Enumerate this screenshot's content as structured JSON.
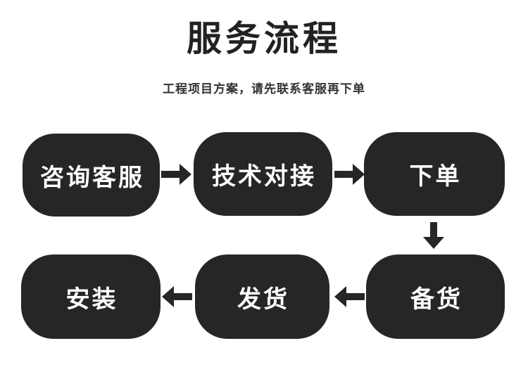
{
  "page": {
    "title": "服务流程",
    "subtitle": "工程项目方案，请先联系客服再下单",
    "colors": {
      "background": "#ffffff",
      "title_color": "#222222",
      "subtitle_color": "#333333",
      "shape_fill": "#262626",
      "shape_text_color": "#ffffff",
      "arrow_color": "#262626"
    }
  },
  "flow": {
    "steps": [
      {
        "order": 1,
        "label": "咨询客服"
      },
      {
        "order": 2,
        "label": "技术对接"
      },
      {
        "order": 3,
        "label": "下单"
      },
      {
        "order": 4,
        "label": "备货"
      },
      {
        "order": 5,
        "label": "发货"
      },
      {
        "order": 6,
        "label": "安装"
      }
    ],
    "connections": [
      {
        "from": "咨询客服",
        "to": "技术对接",
        "direction": "right"
      },
      {
        "from": "技术对接",
        "to": "下单",
        "direction": "right"
      },
      {
        "from": "下单",
        "to": "备货",
        "direction": "down"
      },
      {
        "from": "备货",
        "to": "发货",
        "direction": "left"
      },
      {
        "from": "发货",
        "to": "安装",
        "direction": "left"
      }
    ]
  }
}
